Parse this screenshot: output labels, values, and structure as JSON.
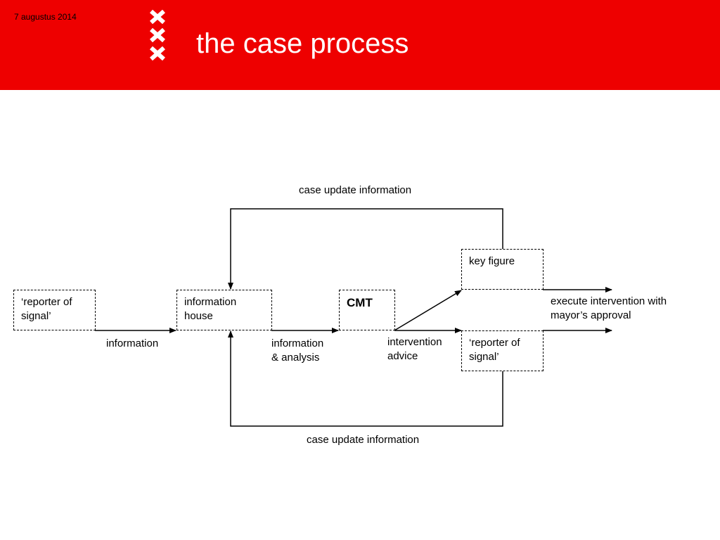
{
  "header": {
    "date": "7 augustus 2014",
    "title": "the case process",
    "logo": "three-saint-andrews-crosses-icon",
    "background_color": "#ee0000"
  },
  "diagram": {
    "boxes": {
      "reporter_left": [
        "‘reporter of",
        "signal’"
      ],
      "information_house": [
        "information",
        "house"
      ],
      "cmt": "CMT",
      "key_figure": "key figure",
      "reporter_right": [
        "‘reporter of",
        "signal’"
      ]
    },
    "labels": {
      "case_update_top": "case update information",
      "case_update_bottom": "case update information",
      "information": "information",
      "information_analysis": [
        "information",
        "& analysis"
      ],
      "intervention_advice": [
        "intervention",
        "advice"
      ],
      "execute": [
        "execute intervention with",
        "mayor’s approval"
      ]
    }
  }
}
